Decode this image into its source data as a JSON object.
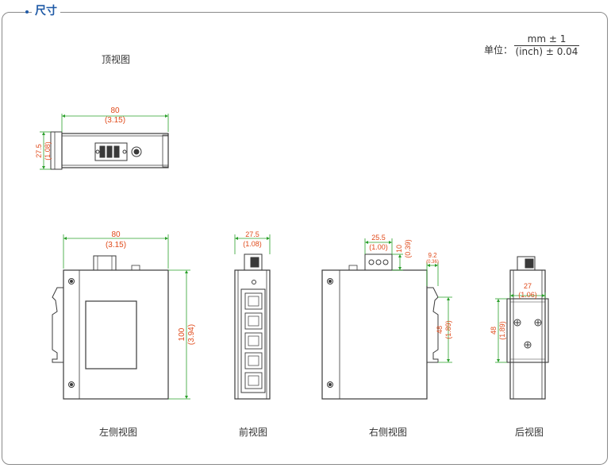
{
  "section_title": "尺寸",
  "unit": {
    "label": "单位：",
    "numerator": "mm ± 1",
    "denominator": "(inch) ± 0.04"
  },
  "views": {
    "top": "顶视图",
    "left": "左侧视图",
    "front": "前视图",
    "right": "右侧视图",
    "rear": "后视图"
  },
  "dims": {
    "top_width_mm": "80",
    "top_width_in": "(3.15)",
    "top_depth_mm": "27.5",
    "top_depth_in": "(1.08)",
    "left_width_mm": "80",
    "left_width_in": "(3.15)",
    "left_height_mm": "100",
    "left_height_in": "(3.94)",
    "front_width_mm": "27.5",
    "front_width_in": "(1.08)",
    "right_conn_mm": "25.5",
    "right_conn_in": "(1.00)",
    "right_conn_h_mm": "10",
    "right_conn_h_in": "(0.39)",
    "right_rail_mm": "9.2",
    "right_rail_in": "(0.36)",
    "right_h_mm": "48",
    "right_h_in": "(1.89)",
    "rear_w_mm": "27",
    "rear_w_in": "(1.06)",
    "rear_h_mm": "48",
    "rear_h_in": "(1.89)"
  },
  "colors": {
    "dim": "#e04a1a",
    "line": "#2aa02a",
    "body": "#3a3a3a",
    "title": "#1f5aa6"
  }
}
